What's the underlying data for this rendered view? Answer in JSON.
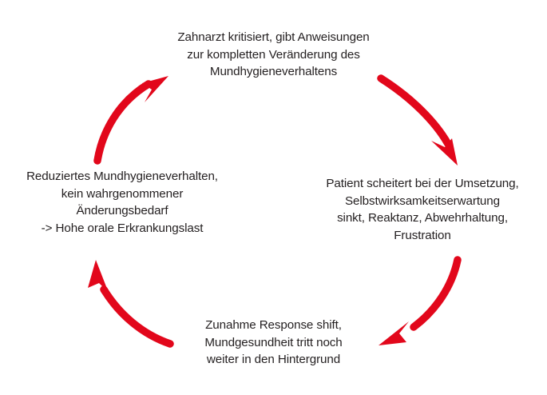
{
  "diagram": {
    "type": "cycle",
    "direction": "clockwise",
    "background_color": "#ffffff",
    "arrow_color": "#e2071b",
    "text_color": "#231f20",
    "nodes": [
      {
        "id": "top",
        "position": "top",
        "lines": [
          "Zahnarzt kritisiert, gibt Anweisungen",
          "zur kompletten Veränderung des",
          "Mundhygieneverhaltens"
        ]
      },
      {
        "id": "right",
        "position": "right",
        "lines": [
          "Patient scheitert bei der Umsetzung,",
          "Selbstwirksamkeitserwartung",
          "sinkt, Reaktanz, Abwehrhaltung,",
          "Frustration"
        ]
      },
      {
        "id": "bottom",
        "position": "bottom",
        "lines": [
          "Zunahme Response shift,",
          "Mundgesundheit tritt noch",
          "weiter in den Hintergrund"
        ]
      },
      {
        "id": "left",
        "position": "left",
        "lines": [
          "Reduziertes Mundhygieneverhalten,",
          "kein wahrgenommener",
          "Änderungsbedarf",
          "-> Hohe orale Erkrankungslast"
        ]
      }
    ],
    "arrows": [
      {
        "id": "left-to-top",
        "from": "left",
        "to": "top",
        "quadrant": "top-left"
      },
      {
        "id": "top-to-right",
        "from": "top",
        "to": "right",
        "quadrant": "top-right"
      },
      {
        "id": "right-to-bottom",
        "from": "right",
        "to": "bottom",
        "quadrant": "bottom-right"
      },
      {
        "id": "bottom-to-left",
        "from": "bottom",
        "to": "left",
        "quadrant": "bottom-left"
      }
    ]
  }
}
